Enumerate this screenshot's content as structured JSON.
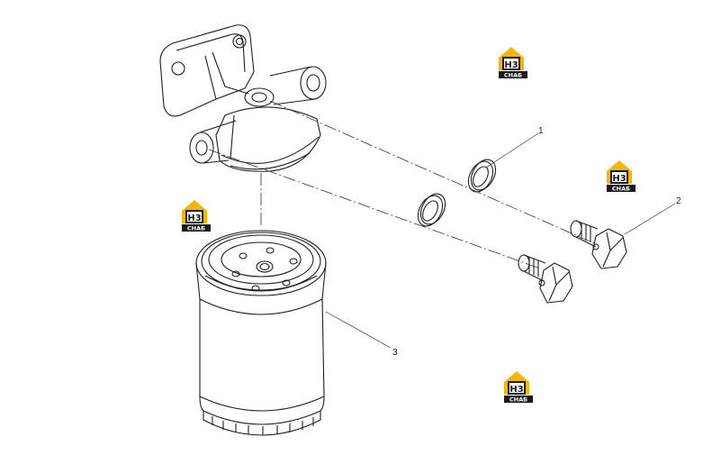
{
  "callouts": [
    {
      "label": "1"
    },
    {
      "label": "2"
    },
    {
      "label": "3"
    }
  ],
  "watermark": {
    "logo_text": "H3",
    "caption": "СНАБ",
    "colors": {
      "yellow": "#f2b705",
      "dark": "#1a1a1a"
    }
  },
  "line_color": "#1e1e1e"
}
